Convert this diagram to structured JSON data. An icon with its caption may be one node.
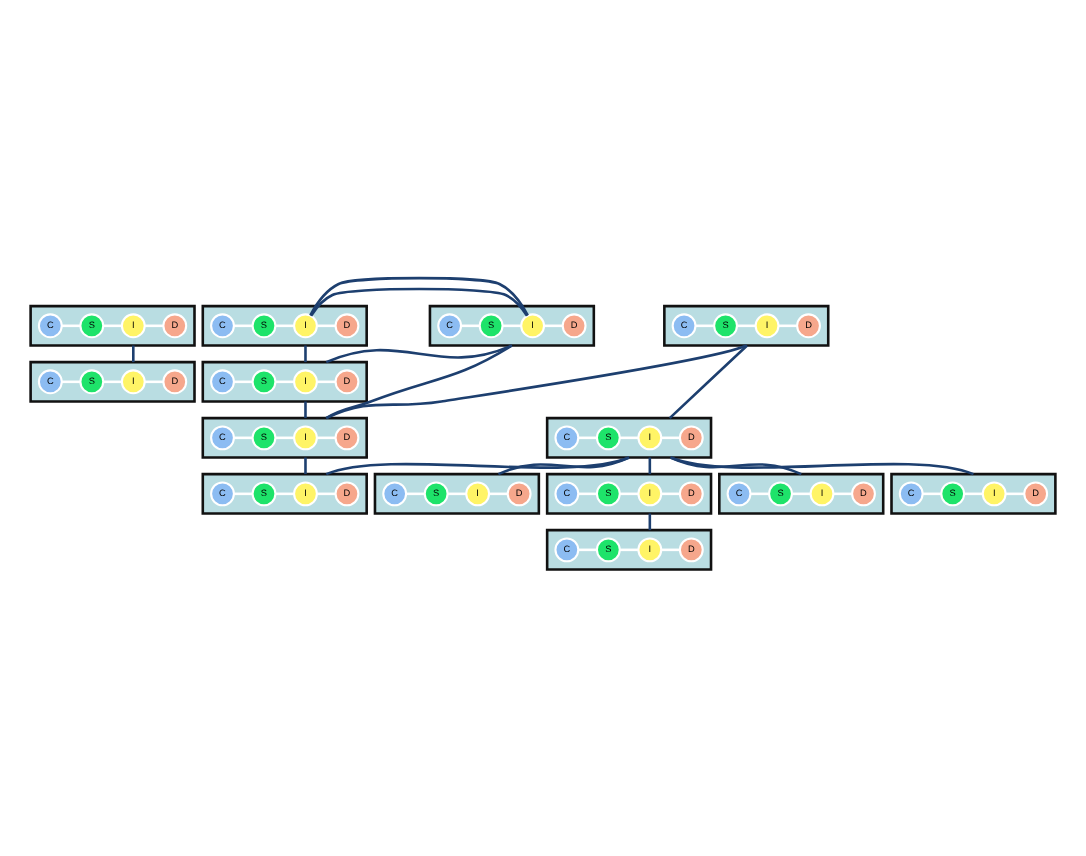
{
  "diagram": {
    "nodes": [
      {
        "text": [],
        "shape": "box"
      },
      {
        "text": [
          "D"
        ],
        "in": 0
      },
      {
        "text": [
          "I"
        ],
        "in": 0
      },
      {
        "text": [
          "S"
        ],
        "in": 0
      },
      {
        "text": [
          "C"
        ],
        "in": 0
      },
      {
        "text": [],
        "shape": "box"
      },
      {
        "text": [
          "D"
        ],
        "in": 5
      },
      {
        "text": [
          "I"
        ],
        "in": 5
      },
      {
        "text": [
          "S"
        ],
        "in": 5
      },
      {
        "text": [
          "C"
        ],
        "in": 5
      },
      {
        "text": [],
        "shape": "box"
      },
      {
        "text": [
          "D"
        ],
        "in": 10
      },
      {
        "text": [
          "I"
        ],
        "in": 10
      },
      {
        "text": [
          "S"
        ],
        "in": 10
      },
      {
        "text": [
          "C"
        ],
        "in": 10
      },
      {
        "text": [],
        "shape": "box"
      },
      {
        "text": [
          "D"
        ],
        "in": 15
      },
      {
        "text": [
          "I"
        ],
        "in": 15
      },
      {
        "text": [
          "S"
        ],
        "in": 15
      },
      {
        "text": [
          "C"
        ],
        "in": 15
      },
      {
        "text": [],
        "shape": "box"
      },
      {
        "text": [
          "D"
        ],
        "in": 20
      },
      {
        "text": [
          "I"
        ],
        "in": 20
      },
      {
        "text": [
          "S"
        ],
        "in": 20
      },
      {
        "text": [
          "C"
        ],
        "in": 20
      },
      {
        "text": [],
        "shape": "box"
      },
      {
        "text": [
          "D"
        ],
        "in": 25
      },
      {
        "text": [
          "I"
        ],
        "in": 25
      },
      {
        "text": [
          "S"
        ],
        "in": 25
      },
      {
        "text": [
          "C"
        ],
        "in": 25
      },
      {
        "text": [],
        "shape": "box"
      },
      {
        "text": [
          "D"
        ],
        "in": 30
      },
      {
        "text": [
          "I"
        ],
        "in": 30
      },
      {
        "text": [
          "S"
        ],
        "in": 30
      },
      {
        "text": [
          "C"
        ],
        "in": 30
      },
      {
        "text": [],
        "shape": "box"
      },
      {
        "text": [
          "D"
        ],
        "in": 35
      },
      {
        "text": [
          "I"
        ],
        "in": 35
      },
      {
        "text": [
          "S"
        ],
        "in": 35
      },
      {
        "text": [
          "C"
        ],
        "in": 35
      },
      {
        "text": [],
        "shape": "box"
      },
      {
        "text": [
          "D"
        ],
        "in": 40
      },
      {
        "text": [
          "I"
        ],
        "in": 40
      },
      {
        "text": [
          "S"
        ],
        "in": 40
      },
      {
        "text": [
          "C"
        ],
        "in": 40
      },
      {
        "text": [],
        "shape": "box"
      },
      {
        "text": [
          "D"
        ],
        "in": 45
      },
      {
        "text": [
          "I"
        ],
        "in": 45
      },
      {
        "text": [
          "S"
        ],
        "in": 45
      },
      {
        "text": [
          "C"
        ],
        "in": 45
      },
      {
        "text": [],
        "shape": "box"
      },
      {
        "text": [
          "D"
        ],
        "in": 50
      },
      {
        "text": [
          "I"
        ],
        "in": 50
      },
      {
        "text": [
          "S"
        ],
        "in": 50
      },
      {
        "text": [
          "C"
        ],
        "in": 50
      },
      {
        "text": [],
        "shape": "box"
      },
      {
        "text": [
          "D"
        ],
        "in": 55
      },
      {
        "text": [
          "I"
        ],
        "in": 55
      },
      {
        "text": [
          "S"
        ],
        "in": 55
      },
      {
        "text": [
          "C"
        ],
        "in": 55
      },
      {
        "text": [],
        "shape": "box"
      },
      {
        "text": [
          "D"
        ],
        "in": 60
      },
      {
        "text": [
          "I"
        ],
        "in": 60
      },
      {
        "text": [
          "S"
        ],
        "in": 60
      },
      {
        "text": [
          "C"
        ],
        "in": 60
      },
      {
        "text": [],
        "shape": "box"
      },
      {
        "text": [
          "D"
        ],
        "in": 65
      },
      {
        "text": [
          "I"
        ],
        "in": 65
      },
      {
        "text": [
          "S"
        ],
        "in": 65
      },
      {
        "text": [
          "C"
        ],
        "in": 65
      }
    ],
    "edges": [
      {
        "from": 1,
        "to": 2,
        "arrow": "none"
      },
      {
        "from": 2,
        "to": 3,
        "arrow": "none"
      },
      {
        "from": 3,
        "to": 4,
        "arrow": "none"
      },
      {
        "from": 6,
        "to": 7,
        "arrow": "none"
      },
      {
        "from": 7,
        "to": 8,
        "arrow": "none"
      },
      {
        "from": 8,
        "to": 9,
        "arrow": "none"
      },
      {
        "from": 11,
        "to": 12,
        "arrow": "none"
      },
      {
        "from": 12,
        "to": 13,
        "arrow": "none"
      },
      {
        "from": 13,
        "to": 14,
        "arrow": "none"
      },
      {
        "from": 16,
        "to": 17,
        "arrow": "none"
      },
      {
        "from": 17,
        "to": 18,
        "arrow": "none"
      },
      {
        "from": 18,
        "to": 19,
        "arrow": "none"
      },
      {
        "from": 21,
        "to": 22,
        "arrow": "none"
      },
      {
        "from": 22,
        "to": 23,
        "arrow": "none"
      },
      {
        "from": 23,
        "to": 24,
        "arrow": "none"
      },
      {
        "from": 26,
        "to": 27,
        "arrow": "none"
      },
      {
        "from": 27,
        "to": 28,
        "arrow": "none"
      },
      {
        "from": 28,
        "to": 29,
        "arrow": "none"
      },
      {
        "from": 31,
        "to": 32,
        "arrow": "none"
      },
      {
        "from": 32,
        "to": 33,
        "arrow": "none"
      },
      {
        "from": 33,
        "to": 34,
        "arrow": "none"
      },
      {
        "from": 36,
        "to": 37,
        "arrow": "none"
      },
      {
        "from": 37,
        "to": 38,
        "arrow": "none"
      },
      {
        "from": 38,
        "to": 39,
        "arrow": "none"
      },
      {
        "from": 41,
        "to": 42,
        "arrow": "none"
      },
      {
        "from": 42,
        "to": 43,
        "arrow": "none"
      },
      {
        "from": 43,
        "to": 44,
        "arrow": "none"
      },
      {
        "from": 46,
        "to": 47,
        "arrow": "none"
      },
      {
        "from": 47,
        "to": 48,
        "arrow": "none"
      },
      {
        "from": 48,
        "to": 49,
        "arrow": "none"
      },
      {
        "from": 51,
        "to": 52,
        "arrow": "none"
      },
      {
        "from": 52,
        "to": 53,
        "arrow": "none"
      },
      {
        "from": 53,
        "to": 54,
        "arrow": "none"
      },
      {
        "from": 56,
        "to": 57,
        "arrow": "none"
      },
      {
        "from": 57,
        "to": 58,
        "arrow": "none"
      },
      {
        "from": 58,
        "to": 59,
        "arrow": "none"
      },
      {
        "from": 61,
        "to": 62,
        "arrow": "none"
      },
      {
        "from": 62,
        "to": 63,
        "arrow": "none"
      },
      {
        "from": 63,
        "to": 64,
        "arrow": "none"
      },
      {
        "from": 66,
        "to": 67,
        "arrow": "none"
      },
      {
        "from": 67,
        "to": 68,
        "arrow": "none"
      },
      {
        "from": 68,
        "to": 69,
        "arrow": "none"
      },
      {
        "from": 0,
        "to": 5,
        "arrow": "none",
        "color": "#1d3f6f"
      },
      {
        "from": 15,
        "to": 20,
        "arrow": "none",
        "color": "#1d3f6f"
      },
      {
        "from": 20,
        "to": 25,
        "arrow": "none",
        "color": "#1d3f6f"
      },
      {
        "from": 25,
        "to": 30,
        "arrow": "none",
        "color": "#1d3f6f"
      },
      {
        "from": 30,
        "to": 35,
        "arrow": "none",
        "color": "#1d3f6f"
      },
      {
        "from": 15,
        "to": 45,
        "arrow": "none",
        "color": "#1d3f6f"
      },
      {
        "from": 20,
        "to": 45,
        "arrow": "none",
        "color": "#1d3f6f"
      },
      {
        "from": 25,
        "to": 45,
        "arrow": "none",
        "color": "#1d3f6f"
      },
      {
        "from": 25,
        "to": 50,
        "arrow": "none",
        "color": "#1d3f6f"
      },
      {
        "from": 35,
        "to": 50,
        "arrow": "none",
        "color": "#1d3f6f"
      },
      {
        "from": 35,
        "to": 55,
        "arrow": "none",
        "color": "#1d3f6f"
      },
      {
        "from": 35,
        "to": 60,
        "arrow": "none",
        "color": "#1d3f6f"
      },
      {
        "from": 35,
        "to": 40,
        "arrow": "none",
        "color": "#1d3f6f"
      },
      {
        "from": 35,
        "to": 10,
        "arrow": "none",
        "color": "#1d3f6f"
      },
      {
        "from": 40,
        "to": 65,
        "arrow": "none",
        "color": "#1d3f6f"
      }
    ]
  }
}
